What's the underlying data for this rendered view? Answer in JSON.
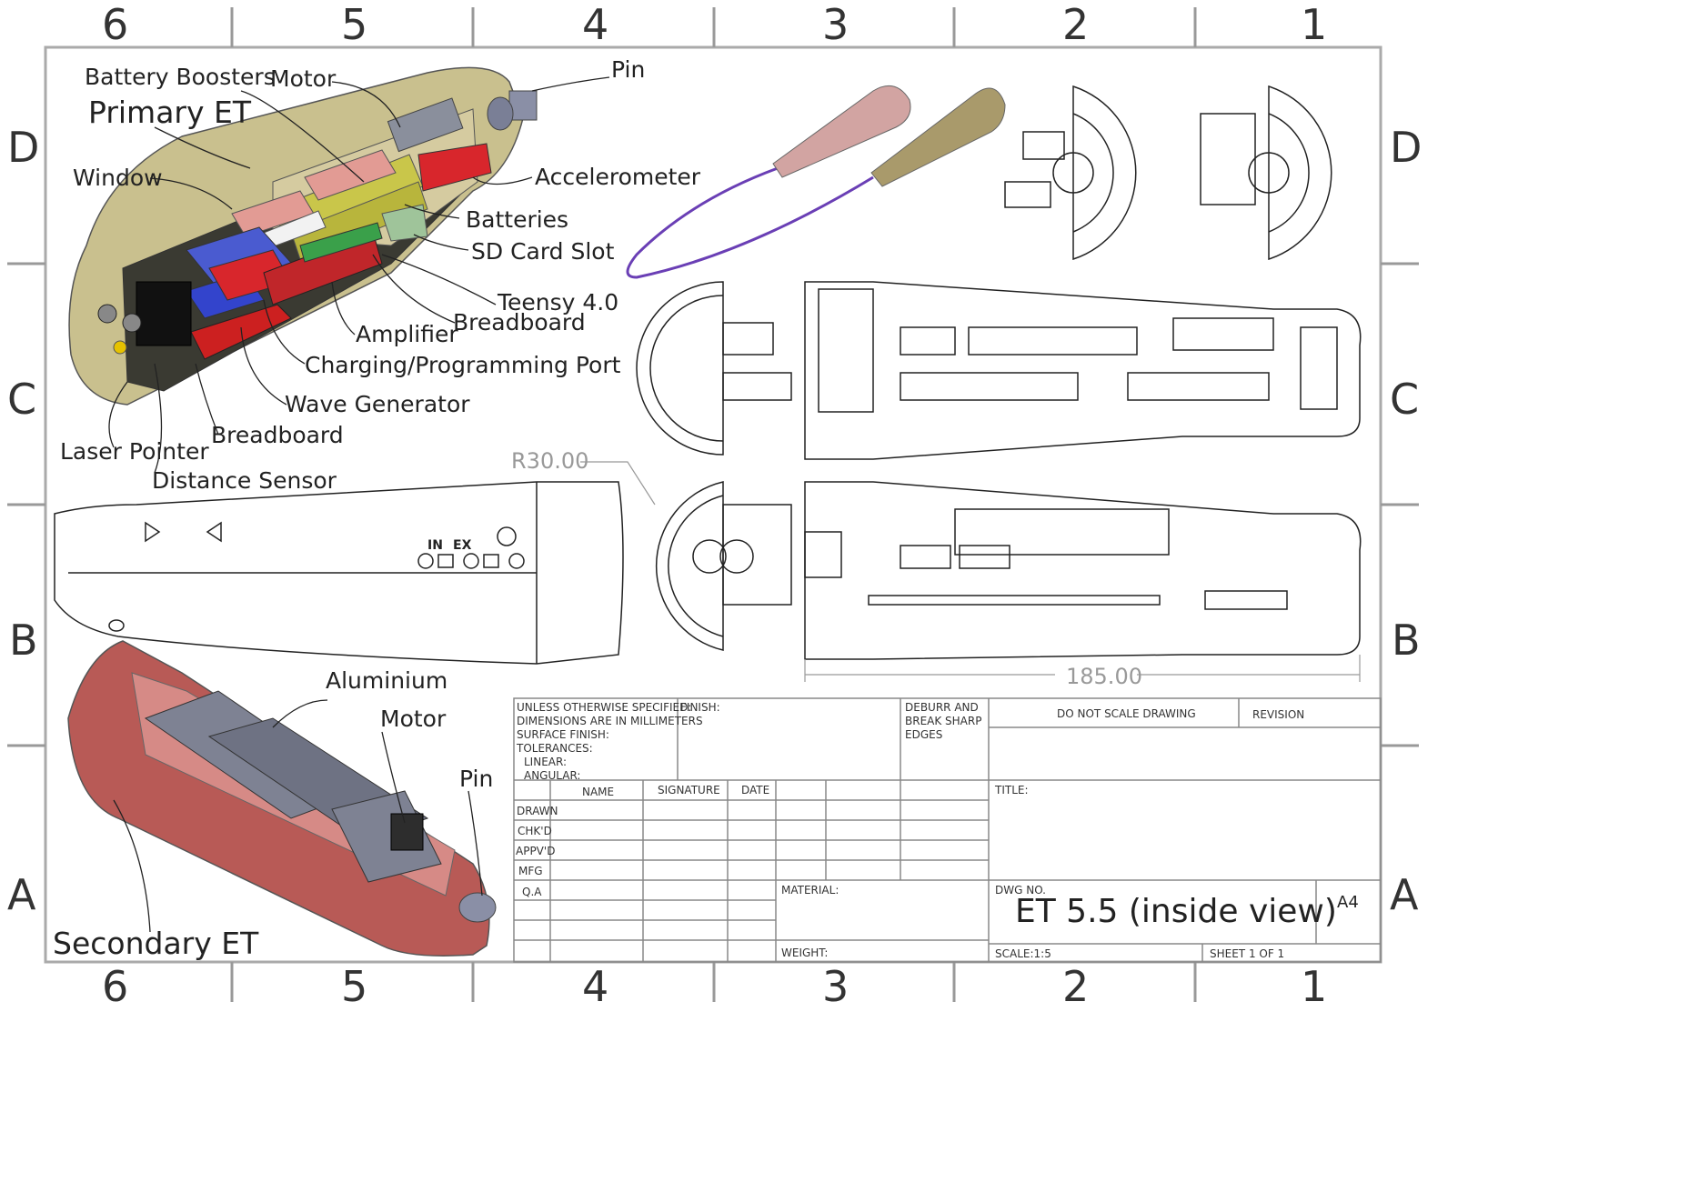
{
  "zones": {
    "columns": [
      "6",
      "5",
      "4",
      "3",
      "2",
      "1"
    ],
    "rows": [
      "D",
      "C",
      "B",
      "A"
    ]
  },
  "labels": {
    "primary_et": "Primary ET",
    "battery_boosters": "Battery Boosters",
    "motor_top": "Motor",
    "pin_top": "Pin",
    "window": "Window",
    "accelerometer": "Accelerometer",
    "batteries": "Batteries",
    "sd_card_slot": "SD Card Slot",
    "teensy": "Teensy 4.0",
    "breadboard_right": "Breadboard",
    "amplifier": "Amplifier",
    "charging_port": "Charging/Programming Port",
    "wave_generator": "Wave Generator",
    "breadboard_left": "Breadboard",
    "laser_pointer": "Laser Pointer",
    "distance_sensor": "Distance Sensor",
    "aluminium": "Aluminium",
    "motor_bottom": "Motor",
    "pin_bottom": "Pin",
    "secondary_et": "Secondary ET"
  },
  "dimensions": {
    "radius": "R30.00",
    "length": "185.00"
  },
  "panel_marks": {
    "in": "IN",
    "ex": "EX"
  },
  "title_block": {
    "general_notes": [
      "UNLESS OTHERWISE SPECIFIED:",
      "DIMENSIONS ARE IN MILLIMETERS",
      "SURFACE FINISH:",
      "TOLERANCES:",
      "   LINEAR:",
      "   ANGULAR:"
    ],
    "finish": "FINISH:",
    "deburr": [
      "DEBURR AND",
      "BREAK SHARP",
      "EDGES"
    ],
    "do_not_scale": "DO NOT SCALE DRAWING",
    "revision": "REVISION",
    "col_name": "NAME",
    "col_signature": "SIGNATURE",
    "col_date": "DATE",
    "row_drawn": "DRAWN",
    "row_chkd": "CHK'D",
    "row_appvd": "APPV'D",
    "row_mfg": "MFG",
    "row_qa": "Q.A",
    "title": "TITLE:",
    "material": "MATERIAL:",
    "weight": "WEIGHT:",
    "dwg_no": "DWG NO.",
    "drawing_name": "ET 5.5 (inside view)",
    "size": "A4",
    "scale": "SCALE:1:5",
    "sheet": "SHEET 1 OF 1"
  },
  "colors": {
    "primary_shell": "#c9c08e",
    "secondary_shell": "#b85a56",
    "pcb_red": "#d8262c",
    "pcb_blue": "#4a5bd0",
    "battery_yellow": "#c9c64a",
    "booster_pink": "#e29b94",
    "cable_purple": "#6a3fb5",
    "aluminium_grey": "#7e8293"
  }
}
